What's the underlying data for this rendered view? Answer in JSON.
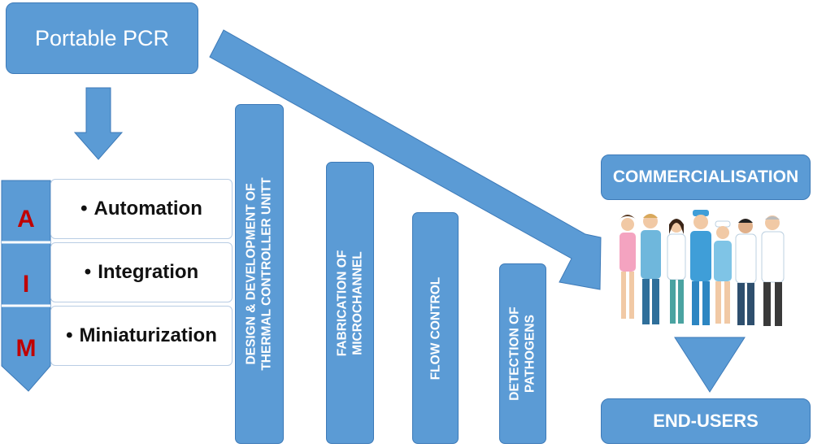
{
  "title": "Portable PCR",
  "aim": {
    "letters": [
      "A",
      "I",
      "M"
    ],
    "items": [
      "Automation",
      "Integration",
      "Miniaturization"
    ],
    "bullet": "•"
  },
  "pillars": [
    {
      "line1": "DESIGN & DEVELOPMENT OF",
      "line2": "THERMAL  CONTROLLER UNITT"
    },
    {
      "line1": "FABRICATION OF",
      "line2": "MICROCHANNEL"
    },
    {
      "line1": "FLOW CONTROL",
      "line2": ""
    },
    {
      "line1": "DETECTION OF",
      "line2": "PATHOGENS"
    }
  ],
  "commercialisation": "COMMERCIALISATION",
  "end_users": "END-USERS",
  "colors": {
    "box_blue": "#5b9bd5",
    "border_blue": "#3d7ab8",
    "aim_letter": "#c00000"
  },
  "icons": [
    "down-arrow-icon",
    "diagonal-arrow-icon",
    "down-triangle-icon",
    "healthcare-workers-illustration"
  ]
}
